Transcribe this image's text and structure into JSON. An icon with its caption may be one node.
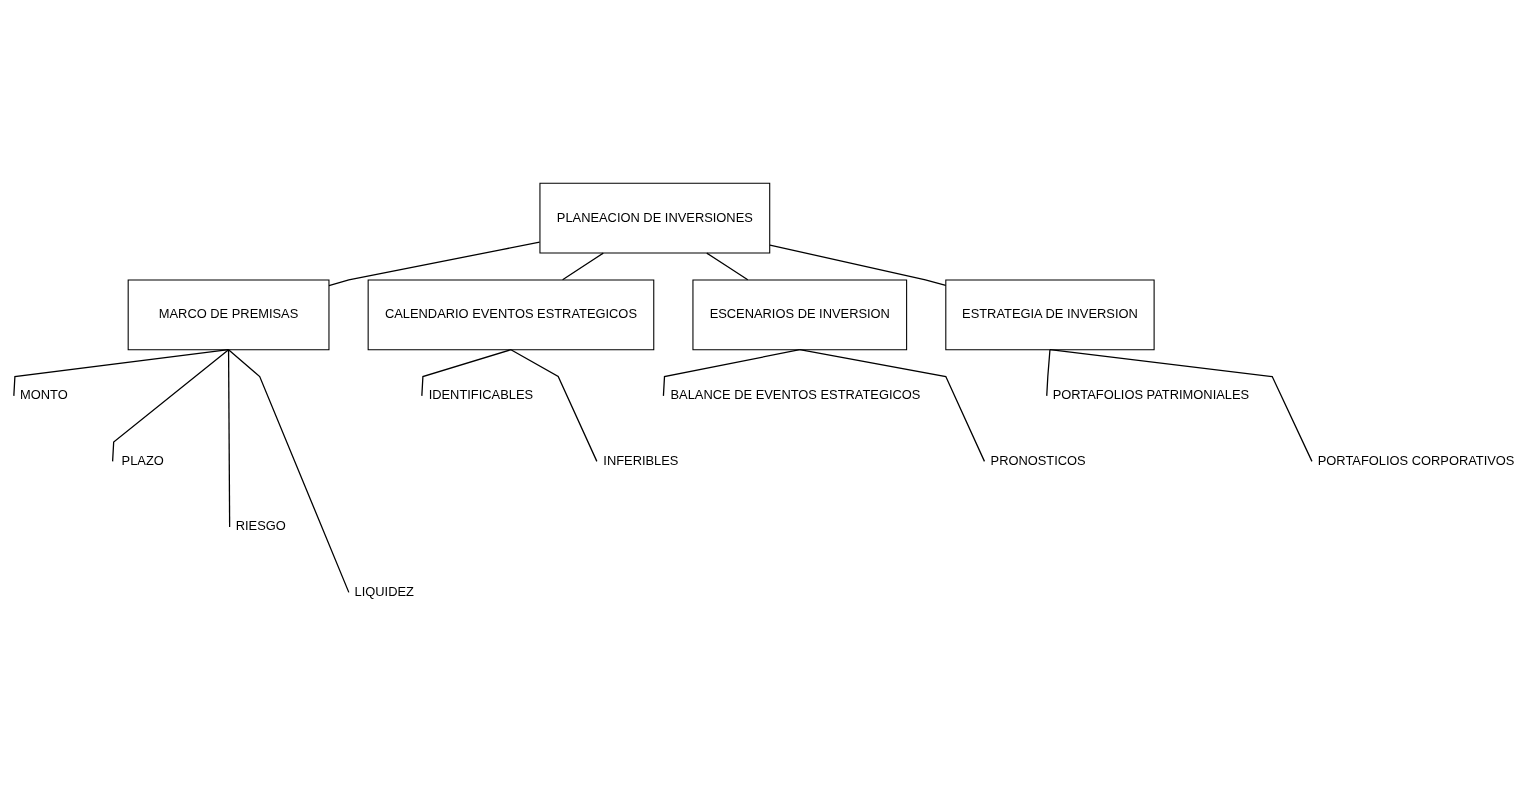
{
  "diagram": {
    "nodes": [
      {
        "text": [
          "PLANEACION DE INVERSIONES"
        ]
      },
      {
        "text": [
          "MARCO DE PREMISAS"
        ]
      },
      {
        "text": [
          "CALENDARIO EVENTOS ESTRATEGICOS"
        ]
      },
      {
        "text": [
          "ESCENARIOS DE INVERSION"
        ]
      },
      {
        "text": [
          "ESTRATEGIA DE INVERSION"
        ]
      },
      {
        "text": [
          "MONTO"
        ]
      },
      {
        "text": [
          "PLAZO"
        ]
      },
      {
        "text": [
          "RIESGO"
        ]
      },
      {
        "text": [
          "LIQUIDEZ"
        ]
      },
      {
        "text": [
          "IDENTIFICABLES"
        ]
      },
      {
        "text": [
          "INFERIBLES"
        ]
      },
      {
        "text": [
          "BALANCE DE EVENTOS ESTRATEGICOS"
        ]
      },
      {
        "text": [
          "PRONOSTICOS"
        ]
      },
      {
        "text": [
          "PORTAFOLIOS PATRIMONIALES"
        ]
      },
      {
        "text": [
          "PORTAFOLIOS CORPORATIVOS"
        ]
      }
    ],
    "edges": [
      {
        "from": 0,
        "to": 1,
        "arrow": "none"
      },
      {
        "from": 0,
        "to": 2,
        "arrow": "none"
      },
      {
        "from": 0,
        "to": 3,
        "arrow": "none"
      },
      {
        "from": 0,
        "to": 4,
        "arrow": "none"
      },
      {
        "from": 1,
        "to": 5,
        "arrow": "none"
      },
      {
        "from": 1,
        "to": 6,
        "arrow": "none"
      },
      {
        "from": 1,
        "to": 7,
        "arrow": "none"
      },
      {
        "from": 1,
        "to": 8,
        "arrow": "none"
      },
      {
        "from": 2,
        "to": 9,
        "arrow": "none"
      },
      {
        "from": 2,
        "to": 10,
        "arrow": "none"
      },
      {
        "from": 3,
        "to": 11,
        "arrow": "none"
      },
      {
        "from": 3,
        "to": 12,
        "arrow": "none"
      },
      {
        "from": 4,
        "to": 13,
        "arrow": "none"
      },
      {
        "from": 4,
        "to": 14,
        "arrow": "none"
      }
    ]
  }
}
